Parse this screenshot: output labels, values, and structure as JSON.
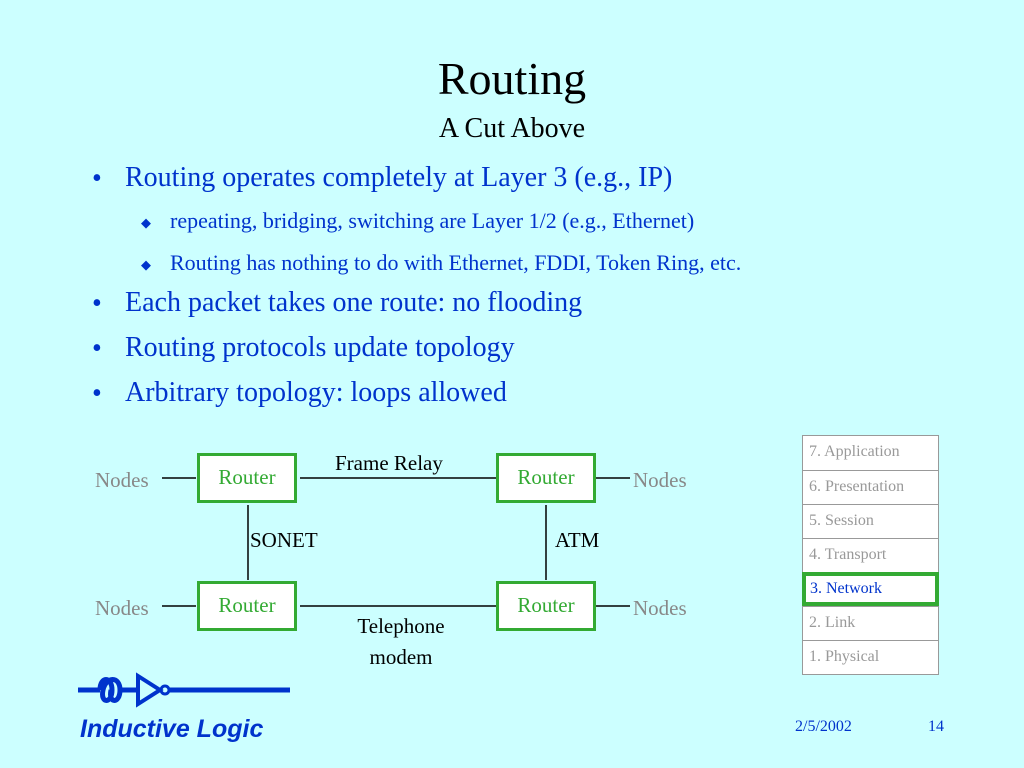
{
  "slide": {
    "title": "Routing",
    "subtitle": "A Cut Above",
    "bullets": [
      {
        "text": "Routing operates completely at Layer 3 (e.g., IP)"
      },
      {
        "text": "repeating, bridging, switching are Layer 1/2 (e.g., Ethernet)"
      },
      {
        "text": "Routing has nothing to do with Ethernet, FDDI, Token Ring, etc."
      },
      {
        "text": "Each packet takes one route: no flooding"
      },
      {
        "text": "Routing protocols update topology"
      },
      {
        "text": "Arbitrary topology: loops allowed"
      }
    ]
  },
  "diagram": {
    "router_label": "Router",
    "nodes_label": "Nodes",
    "links": {
      "top": "Frame Relay",
      "left": "SONET",
      "right": "ATM",
      "bottom_line1": "Telephone",
      "bottom_line2": "modem"
    }
  },
  "osi_layers": [
    "7. Application",
    "6. Presentation",
    "5. Session",
    "4. Transport",
    "3. Network",
    "2. Link",
    "1. Physical"
  ],
  "osi_active": "3. Network",
  "footer": {
    "brand": "Inductive Logic",
    "date": "2/5/2002",
    "page": "14"
  },
  "colors": {
    "background": "#ccffff",
    "text_blue": "#0033cc",
    "router_green": "#33aa33",
    "nodes_gray": "#888888"
  }
}
